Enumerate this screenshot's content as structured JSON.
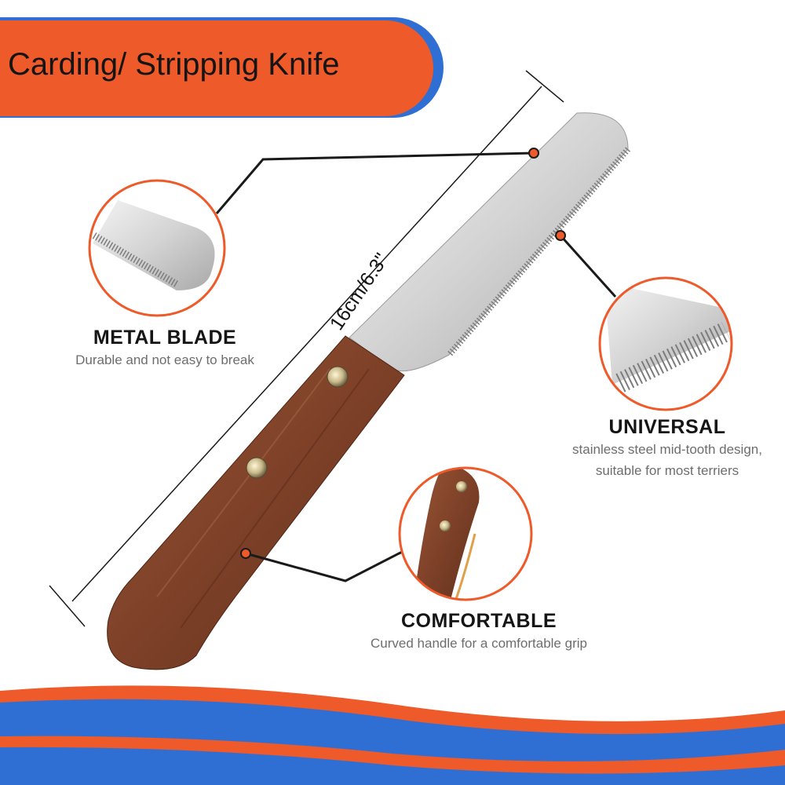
{
  "title": "Carding/ Stripping Knife",
  "measurement": "16cm/6.3\"",
  "features": {
    "metal_blade": {
      "title": "METAL BLADE",
      "subtitle": "Durable and not easy to break"
    },
    "universal": {
      "title": "UNIVERSAL",
      "subtitle_line1": "stainless steel mid-tooth design,",
      "subtitle_line2": "suitable for most terriers"
    },
    "comfortable": {
      "title": "COMFORTABLE",
      "subtitle": "Curved handle for a comfortable grip"
    }
  },
  "colors": {
    "accent_orange": "#ee5a2a",
    "accent_blue": "#2f6fd3",
    "handle_wood": "#8a4a2e",
    "blade_steel": "#c9c9c9"
  }
}
